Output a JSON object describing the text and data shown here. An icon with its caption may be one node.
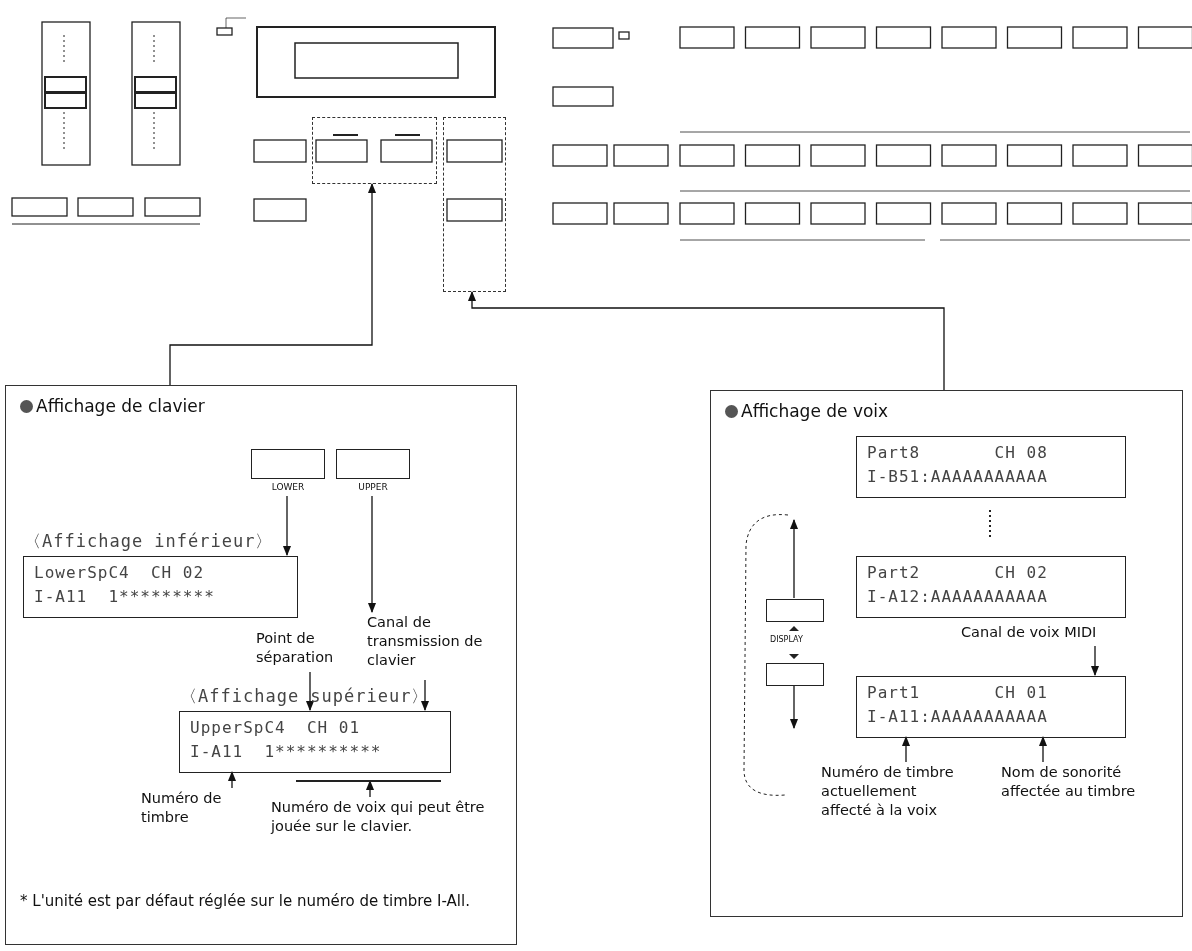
{
  "diagram": {
    "nodes": [
      {
        "text": [],
        "shape": "box"
      },
      {
        "text": [],
        "shape": "box"
      },
      {
        "text": [
          "Affichage de clavier"
        ]
      },
      {
        "text": [
          "Affichage de voix"
        ]
      },
      {
        "text": [
          "LOWER"
        ],
        "in": 2
      },
      {
        "text": [
          "UPPER"
        ],
        "in": 2
      },
      {
        "text": [
          "LowerSpC4  CH 02",
          "I-A11  1*********"
        ],
        "beside": [
          "〈Affichage inférieur〉"
        ],
        "in": 2
      },
      {
        "text": [
          "UpperSpC4  CH 01",
          "I-A11  1**********"
        ],
        "beside": [
          "〈Affichage supérieur〉"
        ],
        "in": 2
      },
      {
        "text": [
          "Point de séparation"
        ],
        "in": 2
      },
      {
        "text": [
          "Canal de transmission de clavier"
        ],
        "in": 2
      },
      {
        "text": [
          "Numéro de timbre"
        ],
        "in": 2
      },
      {
        "text": [
          "Numéro de voix qui peut être jouée sur le clavier."
        ],
        "in": 2
      },
      {
        "text": [],
        "shape": "bar",
        "in": 2
      },
      {
        "text": [
          "Part8       CH 08",
          "I-B51:AAAAAAAAAAA"
        ],
        "in": 3
      },
      {
        "text": [
          "Part2       CH 02",
          "I-A12:AAAAAAAAAAA"
        ],
        "in": 3
      },
      {
        "text": [
          "Part1       CH 01",
          "I-A11:AAAAAAAAAAA"
        ],
        "in": 3
      },
      {
        "text": [],
        "shape": "box",
        "in": 3
      },
      {
        "text": [],
        "shape": "box",
        "in": 3
      },
      {
        "text": [
          "Canal de voix MIDI"
        ],
        "in": 3
      },
      {
        "text": [
          "Numéro de timbre actuellement affecté à la voix"
        ],
        "in": 3
      },
      {
        "text": [
          "Nom de sonorité affectée au timbre"
        ],
        "in": 3
      }
    ],
    "edges": [
      {
        "from": 2,
        "to": 0,
        "arrow": "to"
      },
      {
        "from": 3,
        "to": 1,
        "arrow": "to"
      },
      {
        "from": 4,
        "to": 6,
        "arrow": "to"
      },
      {
        "from": 5,
        "to": 9,
        "arrow": "to"
      },
      {
        "from": 8,
        "to": 7,
        "arrow": "to"
      },
      {
        "from": 9,
        "to": 7,
        "arrow": "to"
      },
      {
        "from": 10,
        "to": 7,
        "arrow": "to"
      },
      {
        "from": 11,
        "to": 12,
        "arrow": "to"
      },
      {
        "from": 16,
        "to": null,
        "arrow": "to"
      },
      {
        "from": 17,
        "to": null,
        "arrow": "to"
      },
      {
        "from": 18,
        "to": 15,
        "arrow": "to"
      },
      {
        "from": 19,
        "to": 15,
        "arrow": "to"
      },
      {
        "from": 20,
        "to": 15,
        "arrow": "to"
      }
    ],
    "labels": [
      "DISPLAY",
      "* L'unité est par défaut réglée sur le numéro de timbre I-All."
    ]
  }
}
